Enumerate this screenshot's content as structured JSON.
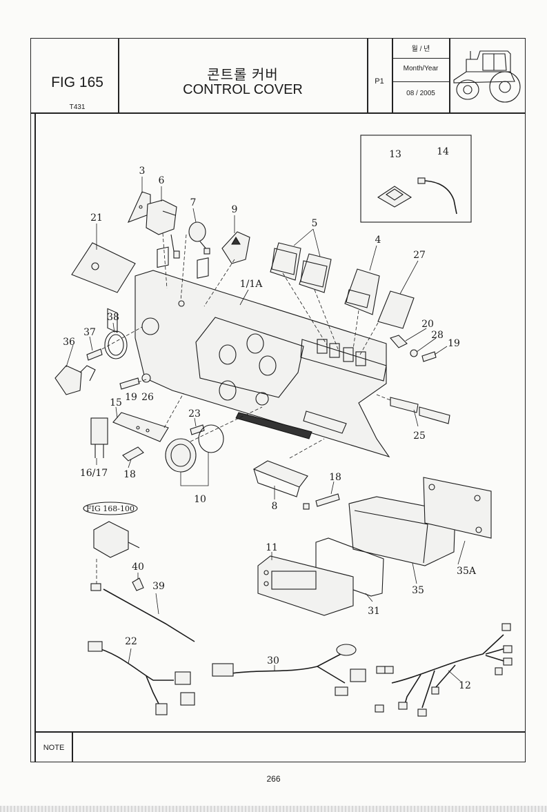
{
  "header": {
    "fig_label": "FIG 165",
    "fig_code": "T431",
    "title_ko": "콘트롤 커버",
    "title_en": "CONTROL COVER",
    "page_code": "P1",
    "date_label_ko": "월 / 년",
    "date_label": "Month/Year",
    "date_value": "08 / 2005",
    "icon": "tractor-icon"
  },
  "callouts": {
    "p1_1a": "1/1A",
    "p3": "3",
    "p4": "4",
    "p5": "5",
    "p6": "6",
    "p7": "7",
    "p8": "8",
    "p9": "9",
    "p10": "10",
    "p11": "11",
    "p12": "12",
    "p13": "13",
    "p14": "14",
    "p15": "15",
    "p16_17": "16/17",
    "p18a": "18",
    "p18b": "18",
    "p19a": "19",
    "p19b": "19",
    "p20": "20",
    "p21": "21",
    "p22": "22",
    "p23": "23",
    "p25": "25",
    "p26": "26",
    "p27": "27",
    "p28": "28",
    "p30": "30",
    "p31": "31",
    "p35": "35",
    "p35a": "35A",
    "p36": "36",
    "p37": "37",
    "p38": "38",
    "p39": "39",
    "p40": "40",
    "fig_ref": "FIG 168-100"
  },
  "footer": {
    "note_label": "NOTE",
    "page_number": "266"
  }
}
